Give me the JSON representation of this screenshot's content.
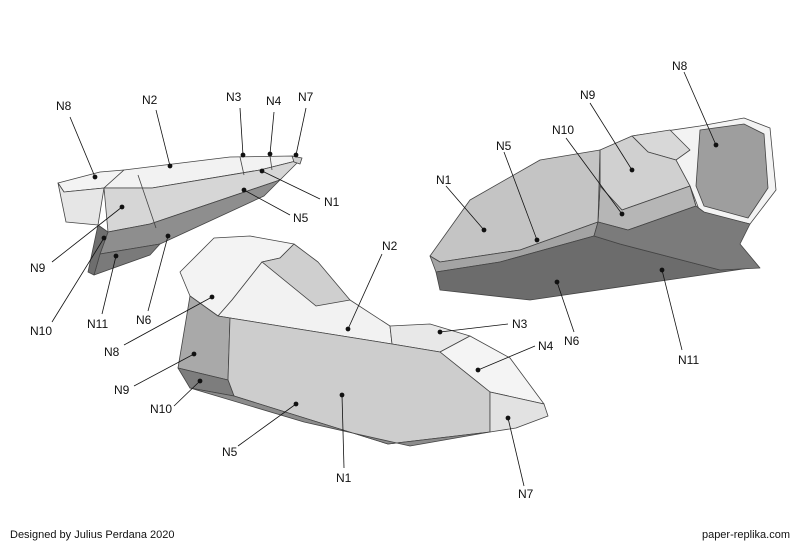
{
  "labels": {
    "n1": "N1",
    "n2": "N2",
    "n3": "N3",
    "n4": "N4",
    "n5": "N5",
    "n6": "N6",
    "n7": "N7",
    "n8": "N8",
    "n9": "N9",
    "n10": "N10",
    "n11": "N11"
  },
  "footer": {
    "credit": "Designed by Julius Perdana 2020",
    "site": "paper-replika.com"
  },
  "colors": {
    "light": "#f2f2f2",
    "mid": "#c8c8c8",
    "dark": "#8a8a8a",
    "darker": "#6e6e6e",
    "outline": "#444444"
  }
}
